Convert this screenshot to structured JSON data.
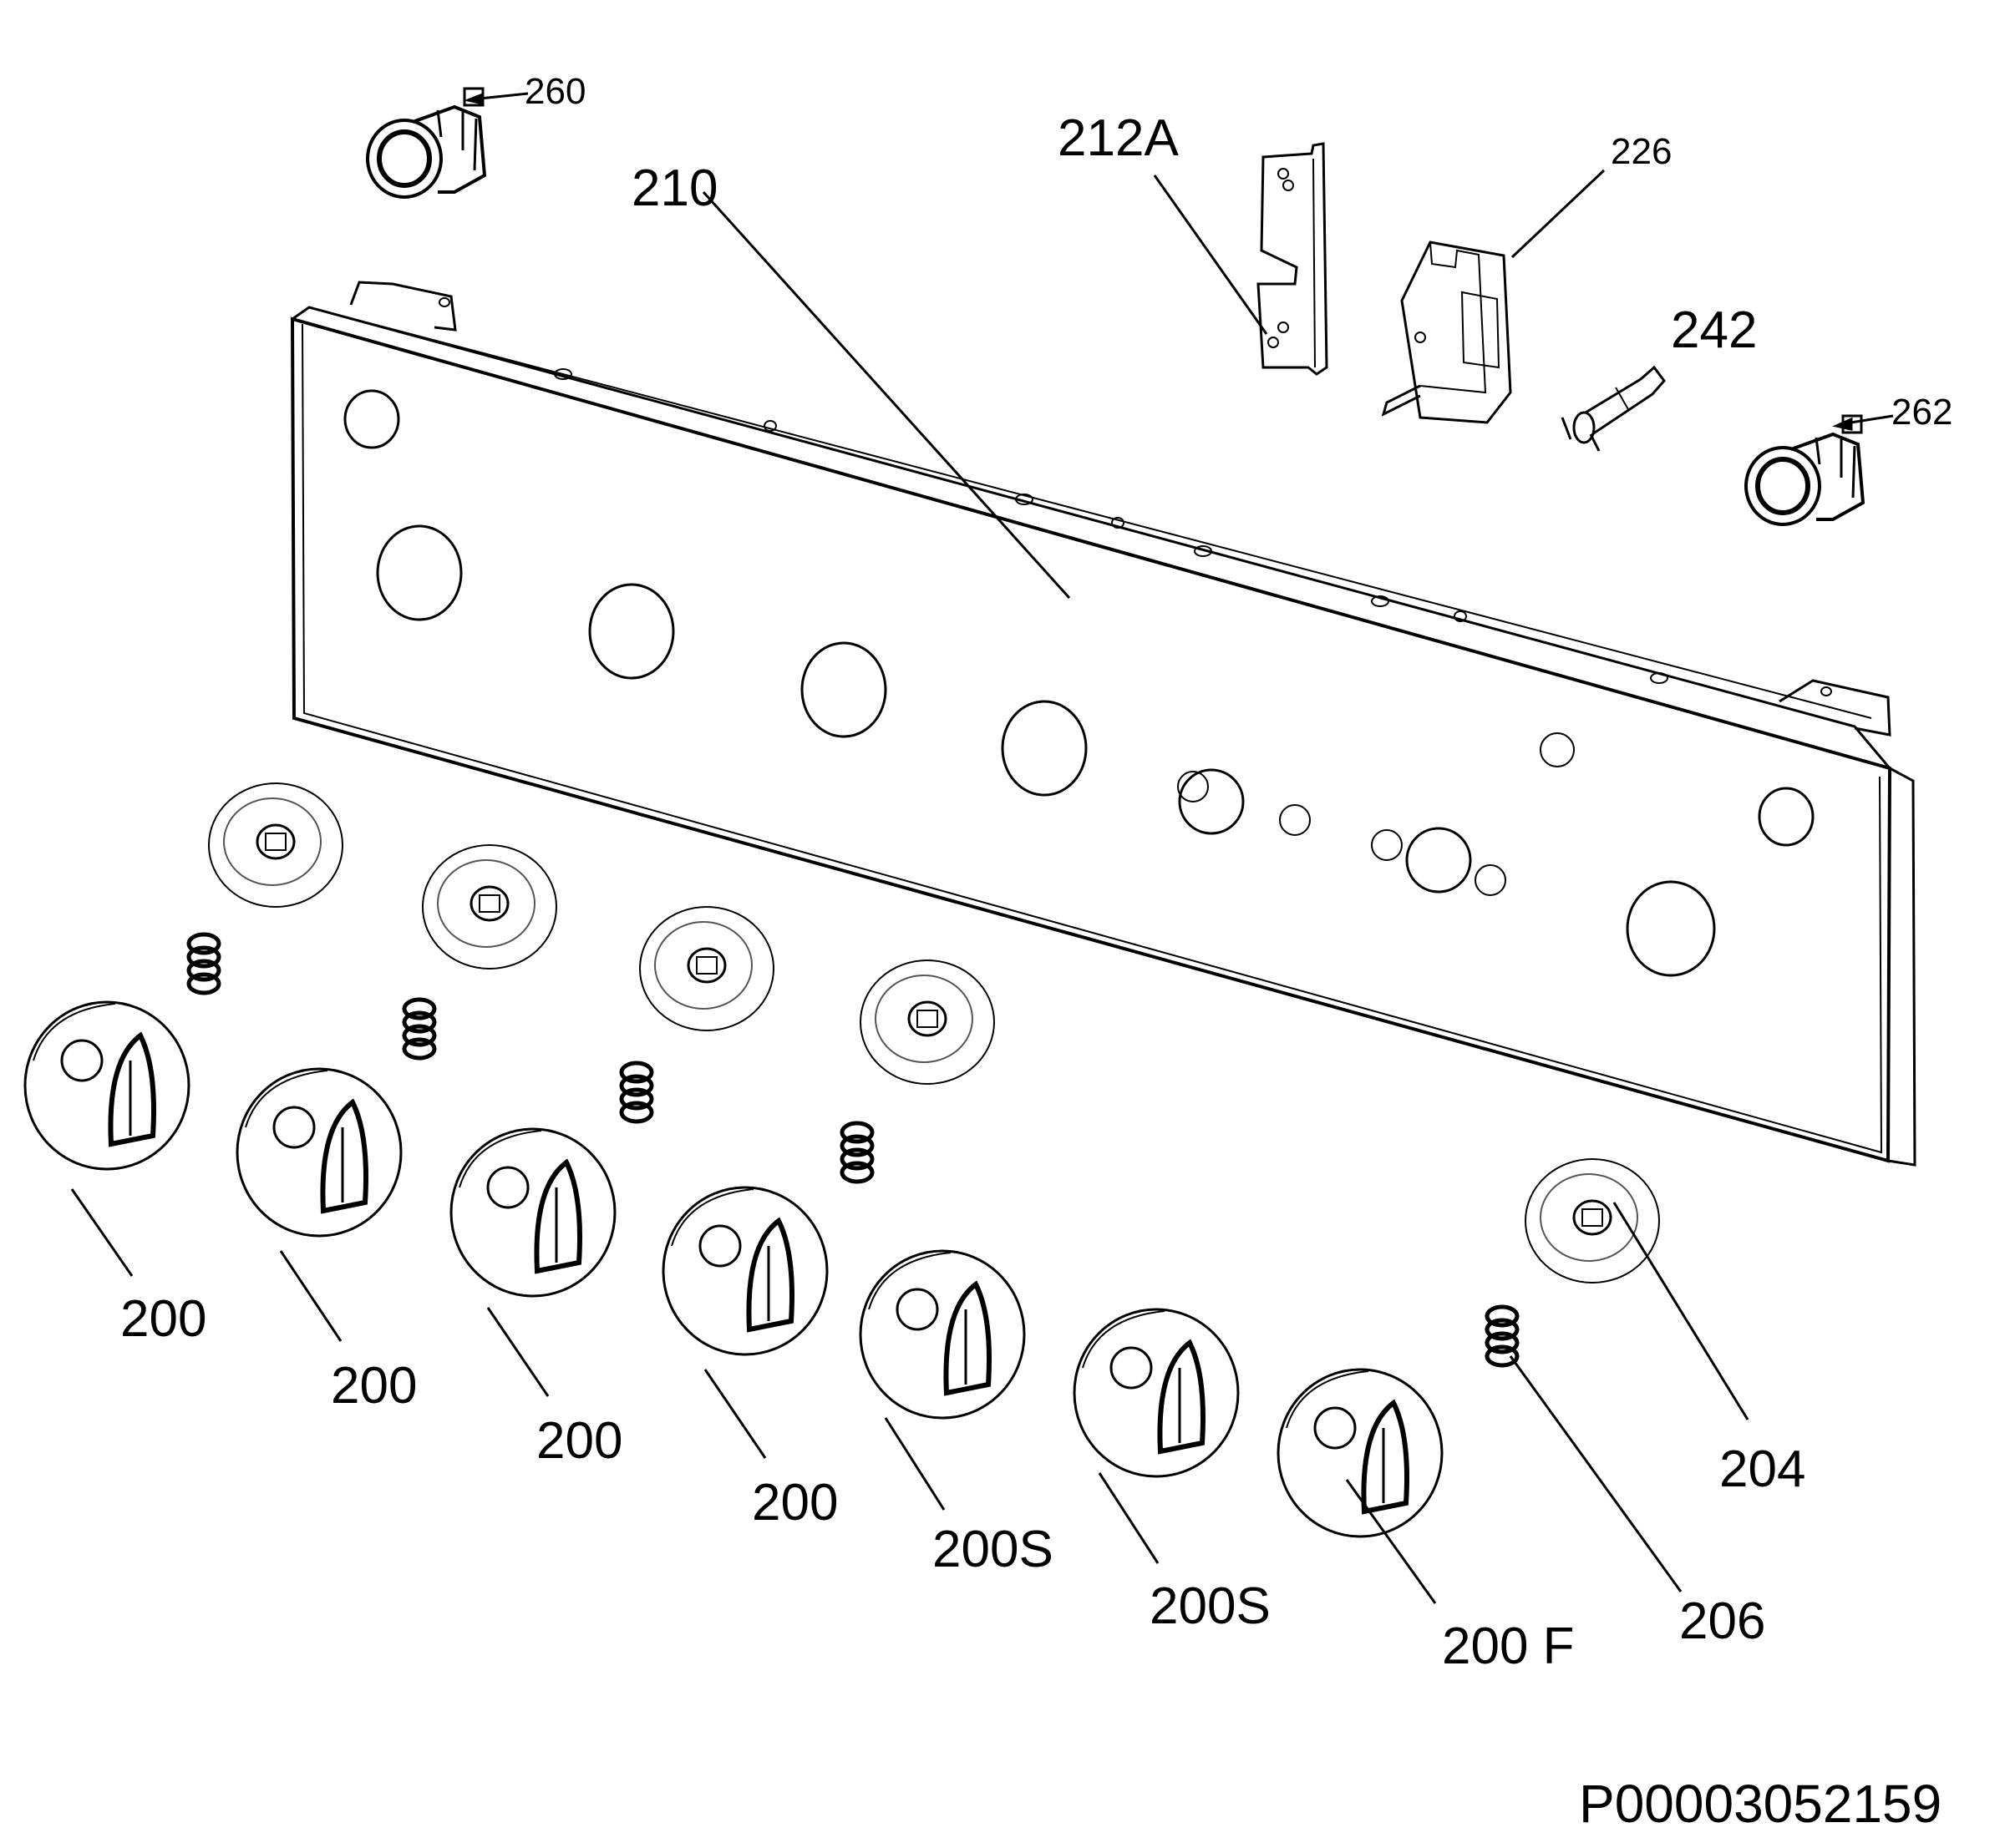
{
  "labels": {
    "l260": "260",
    "l212a": "212A",
    "l226": "226",
    "l210": "210",
    "l242": "242",
    "l262": "262",
    "l200a": "200",
    "l200b": "200",
    "l200c": "200",
    "l200d": "200",
    "l200s1": "200S",
    "l200s2": "200S",
    "l200f": "200 F",
    "l206": "206",
    "l204": "204"
  },
  "drawing_code": "P00003052159",
  "colors": {
    "line": "#000000",
    "background": "#ffffff"
  }
}
